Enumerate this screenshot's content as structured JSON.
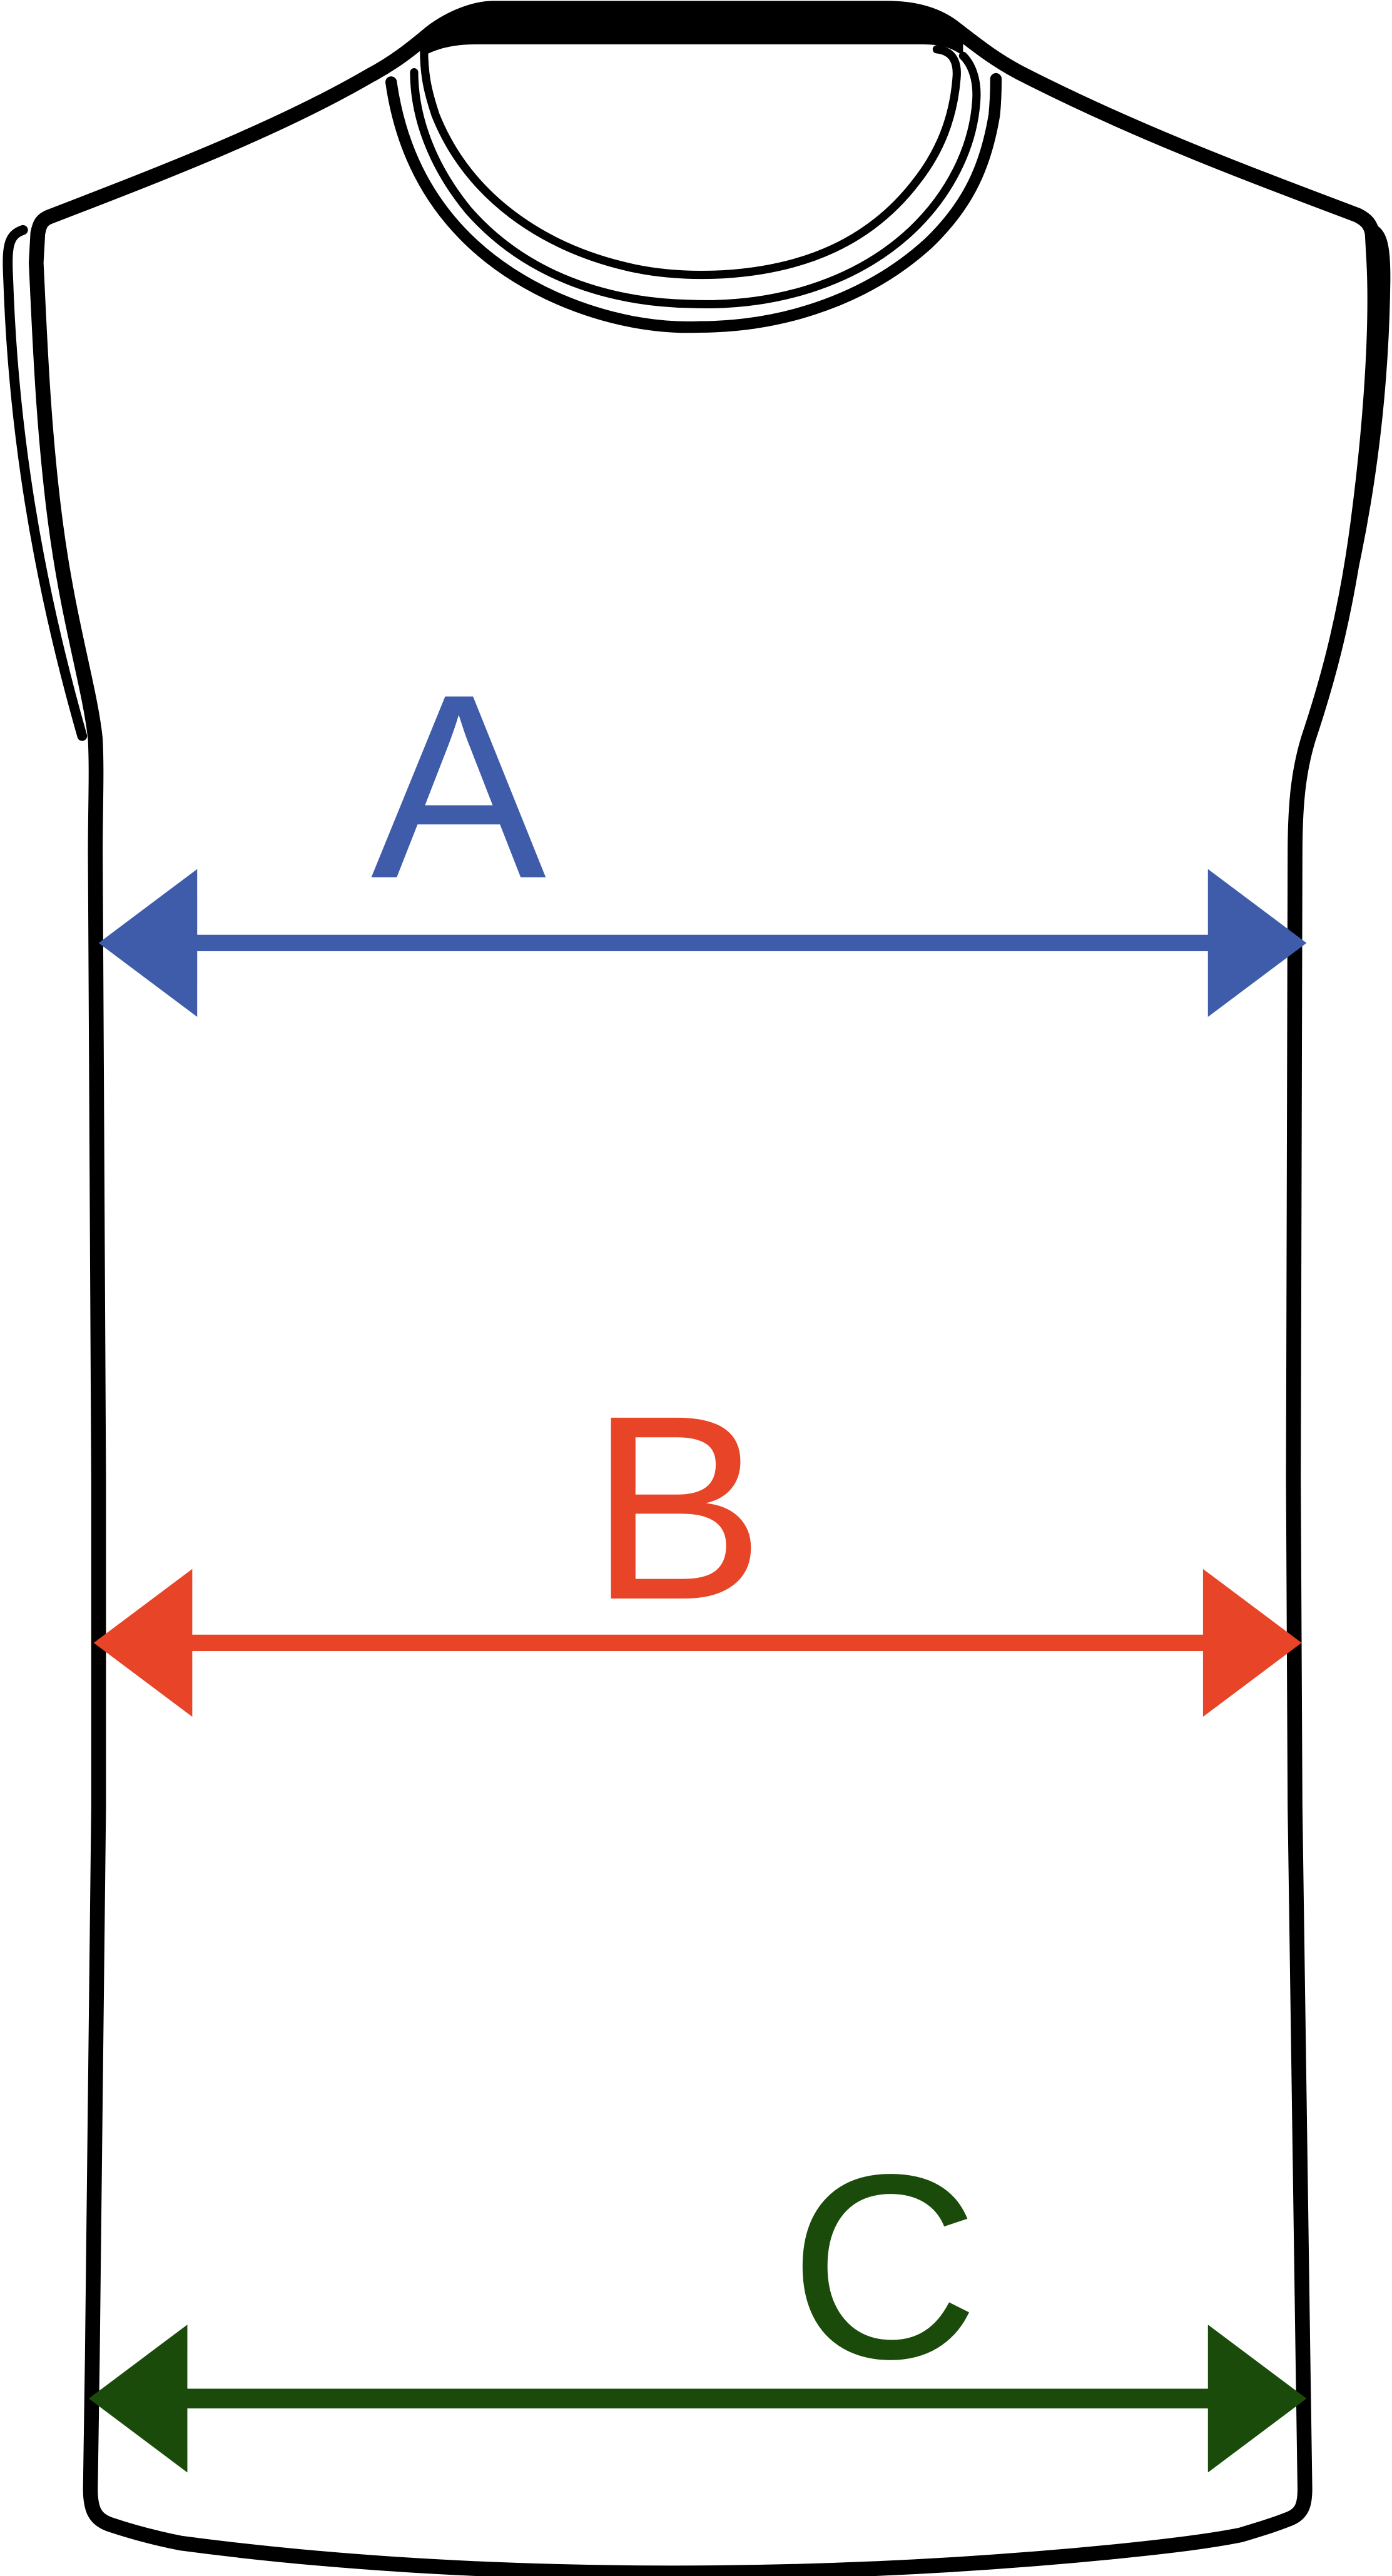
{
  "garment": {
    "outline_color": "#000000"
  },
  "measurements": [
    {
      "id": "a",
      "label": "A",
      "color": "#3E5CAA"
    },
    {
      "id": "b",
      "label": "B",
      "color": "#E84427"
    },
    {
      "id": "c",
      "label": "C",
      "color": "#1A4B0A"
    }
  ]
}
